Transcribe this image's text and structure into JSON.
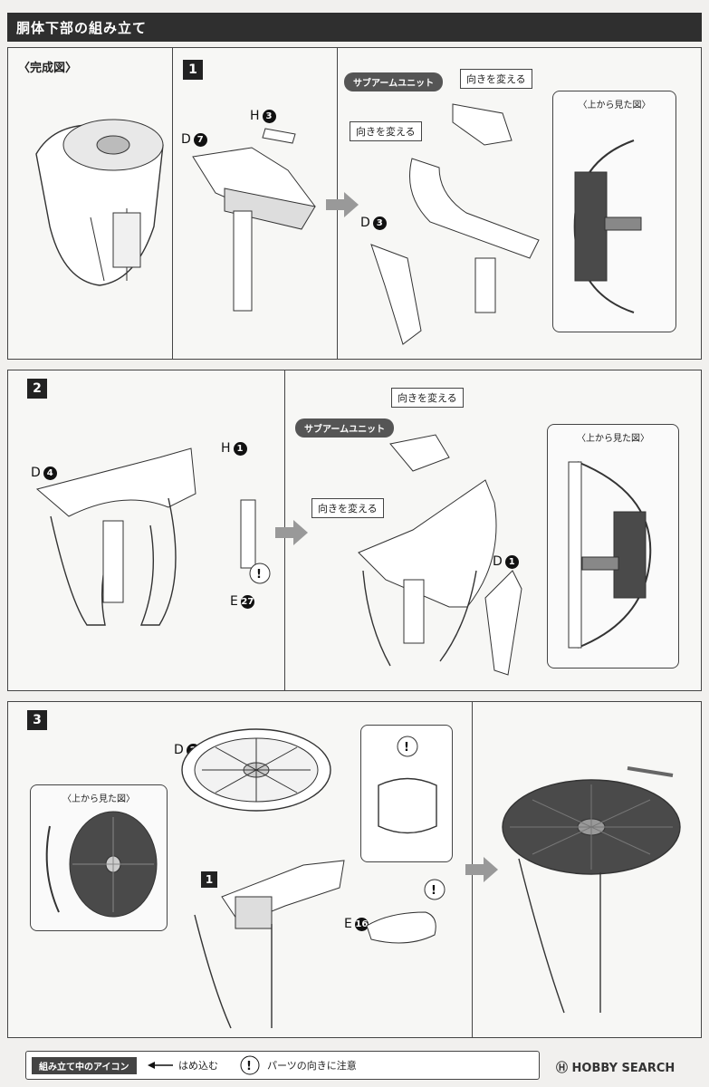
{
  "header": {
    "title": "胴体下部の組み立て"
  },
  "complete_label": "〈完成図〉",
  "top_view_label": "〈上から見た図〉",
  "steps": [
    "1",
    "2",
    "3"
  ],
  "callouts": {
    "sub_arm_unit": "サブアームユニット",
    "change_direction": "向きを変える"
  },
  "parts": {
    "step1": [
      {
        "letter": "H",
        "num": "3"
      },
      {
        "letter": "D",
        "num": "7"
      },
      {
        "letter": "D",
        "num": "3"
      }
    ],
    "step2": [
      {
        "letter": "H",
        "num": "1"
      },
      {
        "letter": "D",
        "num": "4"
      },
      {
        "letter": "E",
        "num": "27"
      },
      {
        "letter": "D",
        "num": "1"
      }
    ],
    "step3": [
      {
        "letter": "D",
        "num": "2"
      },
      {
        "letter": "E",
        "num": "16"
      }
    ]
  },
  "step3_ref": "1",
  "warning_glyph": "!",
  "footer": {
    "tag": "組み立て中のアイコン",
    "insert_label": "はめ込む",
    "caution_label": "パーツの向きに注意"
  },
  "brand": {
    "logo_text": "HOBBY SEARCH",
    "logo_mark": "Ⓗ"
  },
  "colors": {
    "header_bg": "#2f2f2f",
    "arrow": "#999999",
    "dark_part": "#4a4a4a"
  }
}
